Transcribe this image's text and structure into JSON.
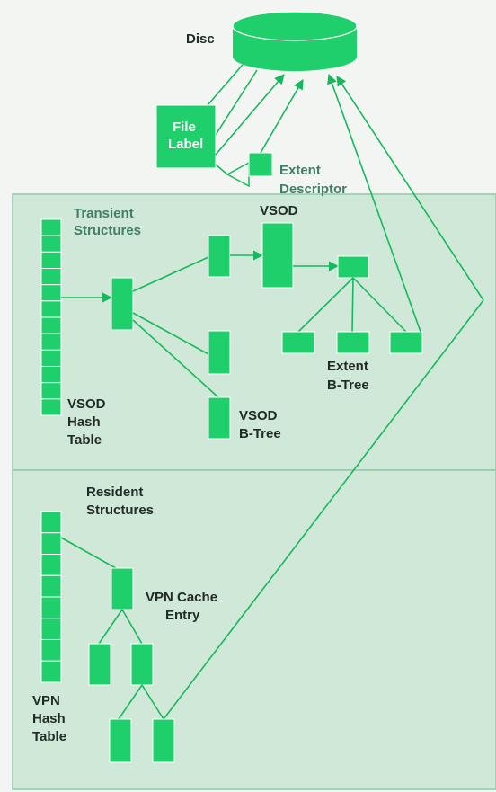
{
  "colors": {
    "page_bg": "#f2f5f2",
    "panel_fill": "#cfe8d8",
    "panel_stroke": "#8fcba9",
    "block_fill": "#1fcf6b",
    "block_stroke": "#ffffff",
    "line": "#16b85e",
    "label_dark": "#1f2b24",
    "label_light": "#3f7f63"
  },
  "labels": {
    "disc": "Disc",
    "file_label_1": "File",
    "file_label_2": "Label",
    "extent_descriptor_1": "Extent",
    "extent_descriptor_2": "Descriptor",
    "transient_1": "Transient",
    "transient_2": "Structures",
    "vsod": "VSOD",
    "extent_btree_1": "Extent",
    "extent_btree_2": "B-Tree",
    "vsod_hash_1": "VSOD",
    "vsod_hash_2": "Hash",
    "vsod_hash_3": "Table",
    "vsod_btree_1": "VSOD",
    "vsod_btree_2": "B-Tree",
    "resident_1": "Resident",
    "resident_2": "Structures",
    "vpn_cache_1": "VPN Cache",
    "vpn_cache_2": "Entry",
    "vpn_hash_1": "VPN",
    "vpn_hash_2": "Hash",
    "vpn_hash_3": "Table"
  },
  "hash_tables": {
    "vsod_slots": 12,
    "vpn_slots": 8
  }
}
